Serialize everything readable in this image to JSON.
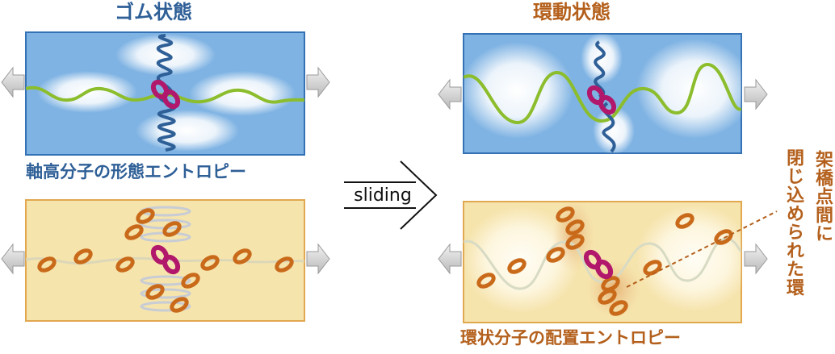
{
  "titles": {
    "left": "ゴム状態",
    "right": "環動状態"
  },
  "captions": {
    "left": "軸高分子の形態エントロピー",
    "right": "環状分子の配置エントロピー"
  },
  "arrow": {
    "label": "sliding"
  },
  "side_note": {
    "line1": "架橋点間に",
    "line2": "閉じ込められた環"
  },
  "colors": {
    "blue_panel_fill": "#7fb3e3",
    "blue_panel_border": "#3572b5",
    "yellow_panel_fill": "#f6e4ad",
    "yellow_panel_border": "#e1a84f",
    "axis_green": "#8cbd2c",
    "chain_blue": "#2e5f97",
    "ring_orange": "#c96a1a",
    "crosslink_magenta": "#b1186b",
    "text_blue": "#2e5f97",
    "text_orange": "#b4601c"
  }
}
